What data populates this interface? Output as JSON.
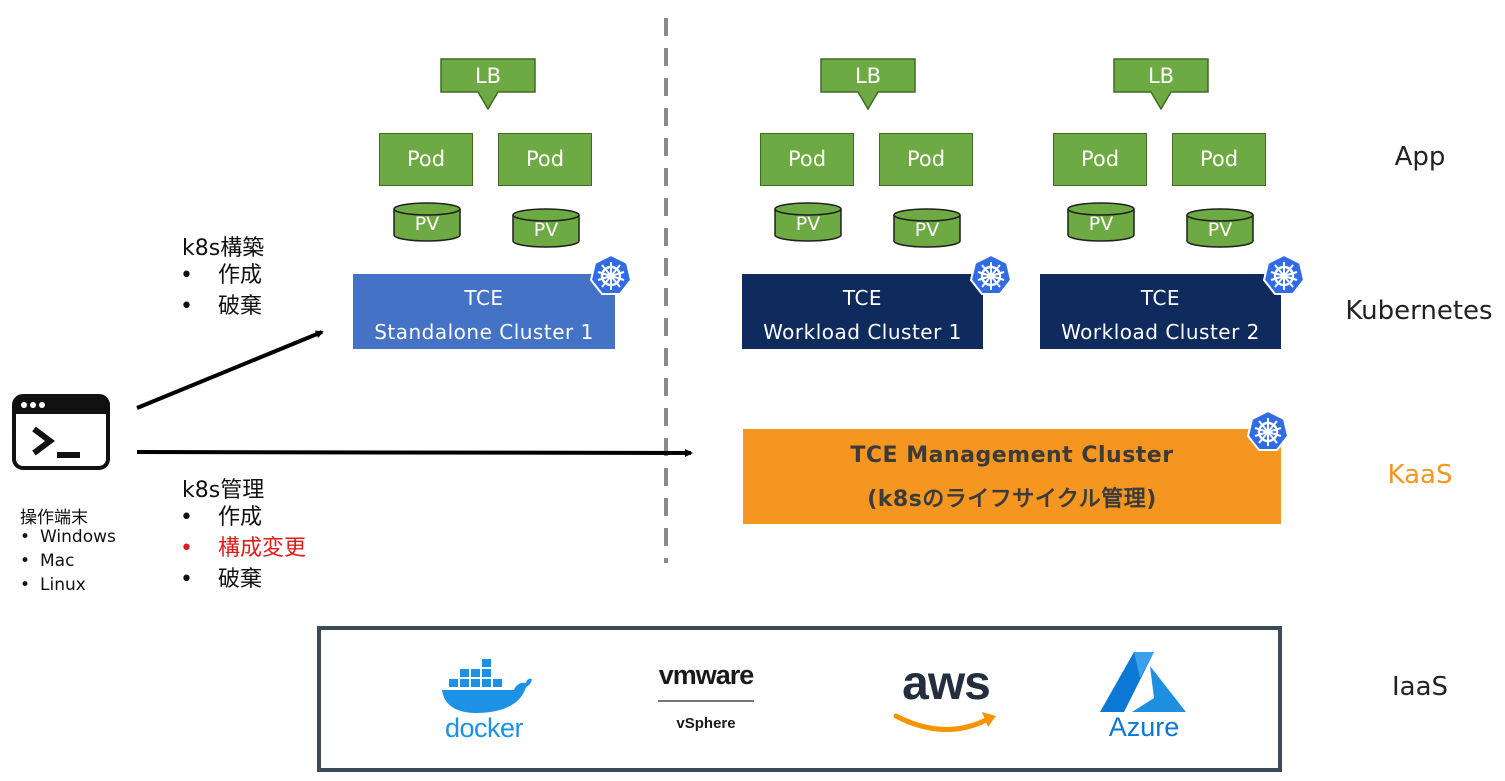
{
  "lb_label": "LB",
  "pod_label": "Pod",
  "pv_label": "PV",
  "clusters": {
    "standalone": {
      "line1": "TCE",
      "line2": "Standalone Cluster 1"
    },
    "workload1": {
      "line1": "TCE",
      "line2": "Workload Cluster 1"
    },
    "workload2": {
      "line1": "TCE",
      "line2": "Workload Cluster 2"
    },
    "management": {
      "line1": "TCE Management Cluster",
      "line2": "(k8sのライフサイクル管理)"
    }
  },
  "layers": {
    "app": "App",
    "kubernetes": "Kubernetes",
    "kaas": "KaaS",
    "iaas": "IaaS"
  },
  "k8s_build": {
    "title": "k8s構築",
    "items": [
      "作成",
      "破棄"
    ]
  },
  "k8s_manage": {
    "title": "k8s管理",
    "items": [
      "作成",
      "構成変更",
      "破棄"
    ]
  },
  "terminal": {
    "title": "操作端末",
    "items": [
      "Windows",
      "Mac",
      "Linux"
    ]
  },
  "iaas_logos": {
    "docker": "docker",
    "vmware": "vmware",
    "vsphere": "vSphere",
    "aws": "aws",
    "azure": "Azure"
  },
  "colors": {
    "green": "#6eaa43",
    "standalone_blue": "#4472c4",
    "workload_navy": "#0f2b5e",
    "management_orange": "#f4961f",
    "kaas_text": "#f4961f",
    "highlight_red": "#e01b1b",
    "k8s_blue": "#326ce5"
  },
  "icons": [
    "kubernetes-icon",
    "terminal-icon",
    "docker-logo",
    "vmware-vsphere-logo",
    "aws-logo",
    "azure-logo"
  ]
}
